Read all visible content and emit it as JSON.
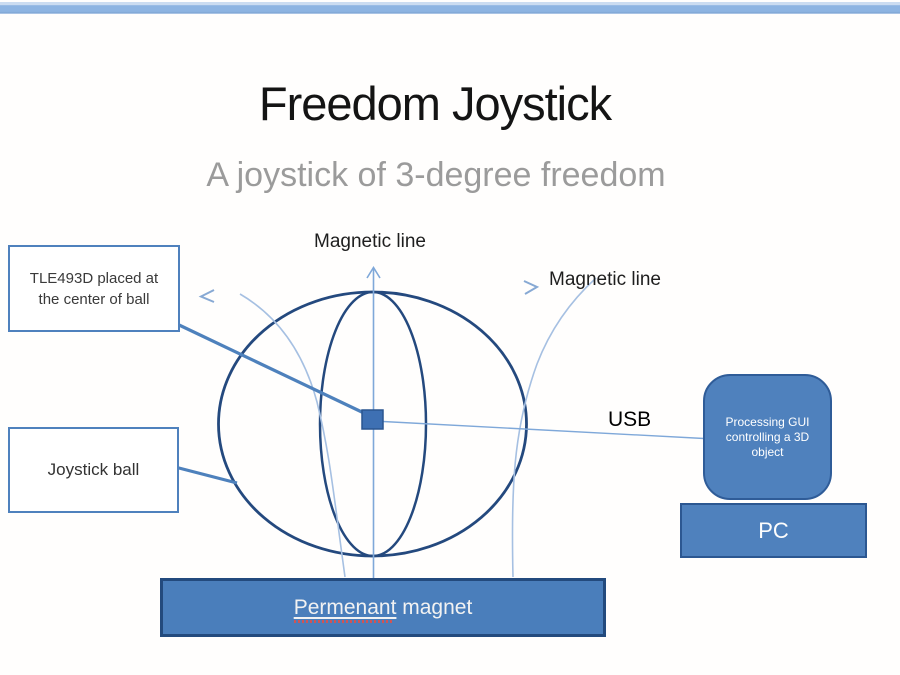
{
  "slide": {
    "title": "Freedom Joystick",
    "subtitle": "A joystick of 3-degree freedom",
    "labels": {
      "magnetic_line_top": "Magnetic line",
      "magnetic_line_right": "Magnetic line",
      "usb": "USB"
    },
    "tle_box": {
      "line1": "TLE493D placed at",
      "line2": "the center of ball"
    },
    "joystick_box": {
      "label": "Joystick ball"
    },
    "pc": {
      "monitor_text": "Processing GUI controlling a 3D object",
      "base_label": "PC"
    },
    "magnet": {
      "word_misspelled": "Permenant",
      "word_rest": " magnet"
    },
    "colors": {
      "accent_fill": "#4f81bd",
      "accent_border": "#24497e",
      "sphere_stroke": "#24497e",
      "medium_stroke": "#4e81bc",
      "light_stroke": "#95b3d7",
      "top_bar": "#8db4e2",
      "subtitle_gray": "#9b9b9b",
      "squiggle_red": "#d05555"
    }
  }
}
